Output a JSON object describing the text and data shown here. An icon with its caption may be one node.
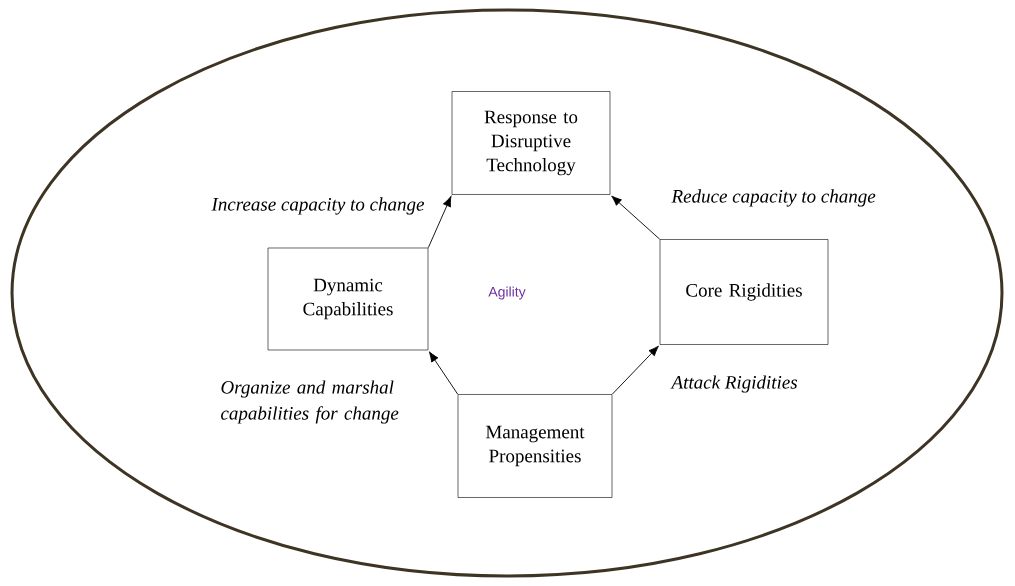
{
  "diagram": {
    "nodes": [
      {
        "text": [
          "Agility"
        ]
      },
      {
        "text": [
          "Response to Disruptive Technology"
        ],
        "in": 0
      },
      {
        "text": [
          "Dynamic Capabilities"
        ],
        "in": 0
      },
      {
        "text": [
          "Core Rigidities"
        ],
        "in": 0
      },
      {
        "text": [
          "Management Propensities"
        ],
        "in": 0
      }
    ],
    "edges": [
      {
        "from": 2,
        "to": 1,
        "arrow": "to",
        "label": "Increase capacity to change"
      },
      {
        "from": 3,
        "to": 1,
        "arrow": "to",
        "label": "Reduce capacity to change"
      },
      {
        "from": 4,
        "to": 2,
        "arrow": "to",
        "label": "Organize and marshal capabilities for change"
      },
      {
        "from": 4,
        "to": 3,
        "arrow": "to",
        "label": "Attack Rigidities"
      }
    ]
  }
}
